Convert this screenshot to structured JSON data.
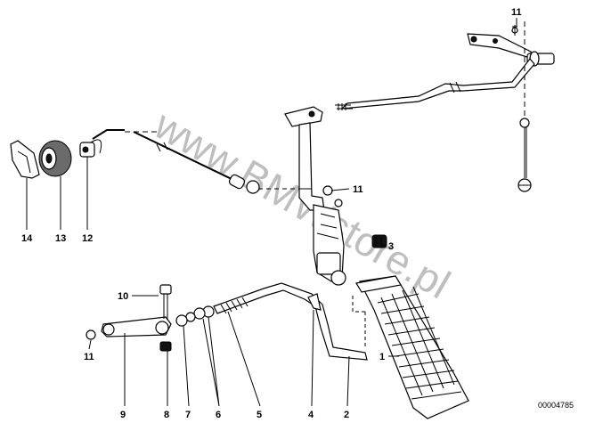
{
  "watermark": "www.BMWstore.pl",
  "diagram_code": "00004785",
  "callouts": {
    "c1": "1",
    "c2": "2",
    "c3": "3",
    "c4": "4",
    "c5": "5",
    "c6": "6",
    "c7": "7",
    "c8": "8",
    "c9": "9",
    "c10": "10",
    "c11_top": "11",
    "c11_mid": "11",
    "c11_left": "11",
    "c12": "12",
    "c13": "13",
    "c14": "14"
  }
}
